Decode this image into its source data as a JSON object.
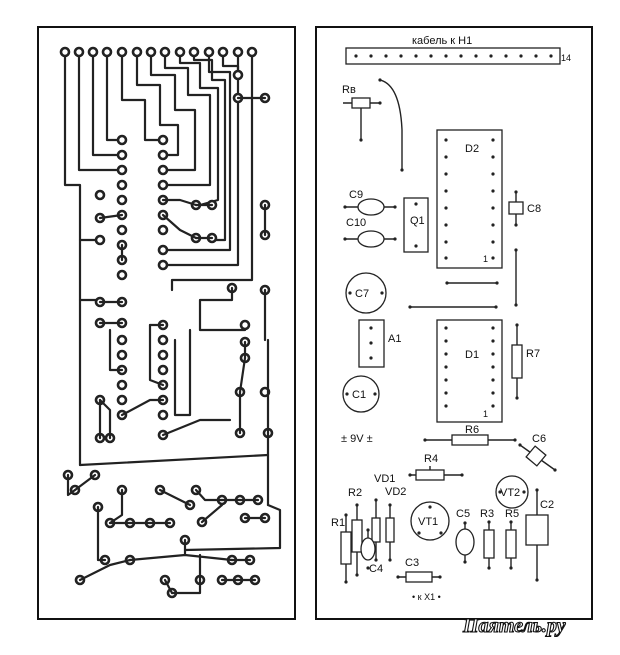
{
  "labels": {
    "cable": "кабель к H1",
    "cable_pin": "14",
    "rv": "Rв",
    "d2": "D2",
    "d2_pin": "1",
    "c9": "C9",
    "c10": "C10",
    "q1": "Q1",
    "c8": "C8",
    "c7": "C7",
    "a1": "A1",
    "d1": "D1",
    "d1_pin": "1",
    "r7": "R7",
    "c1": "C1",
    "r6": "R6",
    "c6": "C6",
    "power": "± 9V ±",
    "r4": "R4",
    "vd1": "VD1",
    "r2": "R2",
    "vd2": "VD2",
    "vt2": "VT2",
    "c2": "C2",
    "vt1": "VT1",
    "c5": "C5",
    "r3": "R3",
    "r5": "R5",
    "r1": "R1",
    "c4": "C4",
    "c3": "C3",
    "x1": "• к X1 •"
  },
  "watermark": "Паятель.ру",
  "colors": {
    "ink": "#222222",
    "paper": "#ffffff"
  }
}
